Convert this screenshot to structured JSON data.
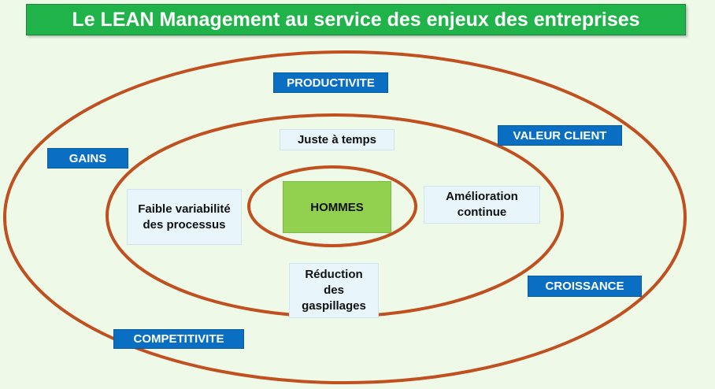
{
  "title": "Le LEAN Management au service des enjeux des entreprises",
  "outer_labels": {
    "productivite": "PRODUCTIVITE",
    "valeur_client": "VALEUR CLIENT",
    "gains": "GAINS",
    "croissance": "CROISSANCE",
    "competitivite": "COMPETITIVITE"
  },
  "middle_labels": {
    "juste_a_temps": "Juste à temps",
    "faible_variabilite": "Faible variabilité des processus",
    "amelioration": "Amélioration continue",
    "reduction": "Réduction des gaspillages"
  },
  "center_label": "HOMMES",
  "colors": {
    "title_bg": "#1fb34a",
    "ring": "#c0501f",
    "blue_label": "#0a6fc2",
    "center_bg": "#92d050",
    "light_box": "#e8f5fb"
  }
}
